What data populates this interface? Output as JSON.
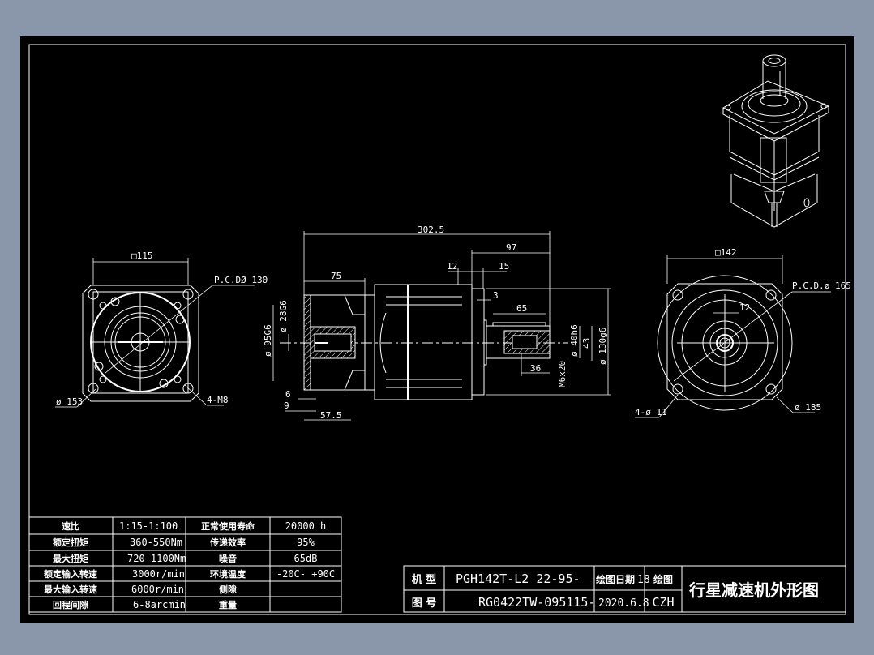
{
  "background_color": "#8a97aa",
  "sheet_color": "#000000",
  "line_color": "#ffffff",
  "side_view": {
    "overall_length": "302.5",
    "output_length": "97",
    "dim_12": "12",
    "dim_15": "15",
    "dim_3": "3",
    "input_length": "75",
    "key_length": "65",
    "thread_depth": "36",
    "thread": "M6x20",
    "shaft_dia": "ø 40h6",
    "key_height": "43",
    "pilot_dia": "ø 130g6",
    "input_pilot_dia": "ø 95G6",
    "input_bore_dia": "ø 28G6",
    "dim_6": "6",
    "dim_9": "9",
    "dim_57_5": "57.5"
  },
  "input_view": {
    "square": "□115",
    "pcd": "P.C.DØ 130",
    "outer_dia": "ø 153",
    "holes": "4-M8"
  },
  "output_view": {
    "square": "□142",
    "pcd": "P.C.D.ø 165",
    "key_width": "12",
    "outer_dia": "ø 185",
    "holes": "4-ø 11"
  },
  "spec_table": {
    "rows": [
      {
        "label1": "速比",
        "value1": "1:15-1:100",
        "label2": "正常使用寿命",
        "value2": "20000 h"
      },
      {
        "label1": "额定扭矩",
        "value1": "360-550Nm",
        "label2": "传递效率",
        "value2": "95%"
      },
      {
        "label1": "最大扭矩",
        "value1": "720-1100Nm",
        "label2": "噪音",
        "value2": "65dB"
      },
      {
        "label1": "额定输入转速",
        "value1": "3000r/min",
        "label2": "环境温度",
        "value2": "-20C- +90C"
      },
      {
        "label1": "最大输入转速",
        "value1": "6000r/min",
        "label2": "侧隙",
        "value2": ""
      },
      {
        "label1": "回程间隙",
        "value1": "6-8arcmin",
        "label2": "重量",
        "value2": ""
      }
    ]
  },
  "title_block": {
    "model_label": "机 型",
    "model_value": "PGH142T-L2  22-95-",
    "drawing_no_label": "图 号",
    "drawing_no_value": "RG0422TW-095115-",
    "date_label": "绘图日期",
    "date_overflow": "18",
    "date_value": "2020.6.8",
    "drawer_label": "绘图",
    "drawer_value": "CZH",
    "title": "行星减速机外形图"
  }
}
